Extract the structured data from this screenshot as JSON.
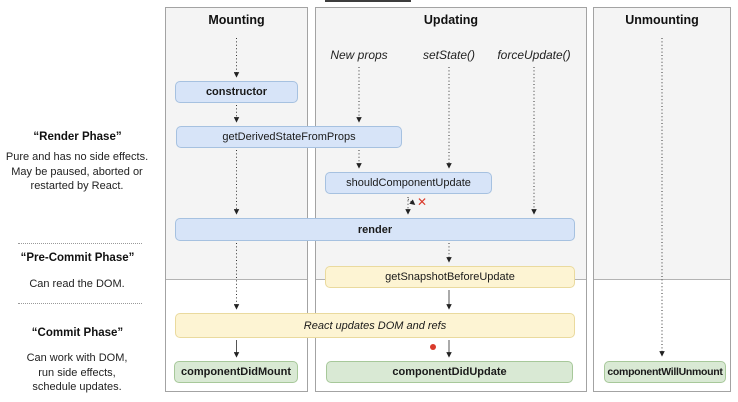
{
  "columns": [
    {
      "id": "mounting",
      "title": "Mounting"
    },
    {
      "id": "updating",
      "title": "Updating"
    },
    {
      "id": "unmounting",
      "title": "Unmounting"
    }
  ],
  "triggers": {
    "new_props": "New props",
    "set_state": "setState()",
    "force_update": "forceUpdate()"
  },
  "nodes": {
    "constructor": "constructor",
    "get_derived_state_from_props": "getDerivedStateFromProps",
    "should_component_update": "shouldComponentUpdate",
    "render": "render",
    "get_snapshot_before_update": "getSnapshotBeforeUpdate",
    "react_updates_dom": "React updates DOM and refs",
    "component_did_mount": "componentDidMount",
    "component_did_update": "componentDidUpdate",
    "component_will_unmount": "componentWillUnmount"
  },
  "phases": {
    "render": {
      "title": "“Render Phase”",
      "desc": "Pure and has no side effects.\nMay be paused, aborted or\nrestarted by React."
    },
    "pre_commit": {
      "title": "“Pre-Commit Phase”",
      "desc": "Can read the DOM."
    },
    "commit": {
      "title": "“Commit Phase”",
      "desc": "Can work with DOM,\nrun side effects,\nschedule updates."
    }
  },
  "markers": {
    "stop_x": "✕"
  },
  "colors": {
    "blue_fill": "#d7e4f8",
    "blue_border": "#a6c1e0",
    "yellow_fill": "#fdf4d3",
    "yellow_border": "#eada9e",
    "green_fill": "#d9e9d4",
    "green_border": "#a7c89a",
    "panel_fill": "#f4f4f4",
    "panel_border": "#a3a3a3",
    "red": "#d93a2b"
  }
}
